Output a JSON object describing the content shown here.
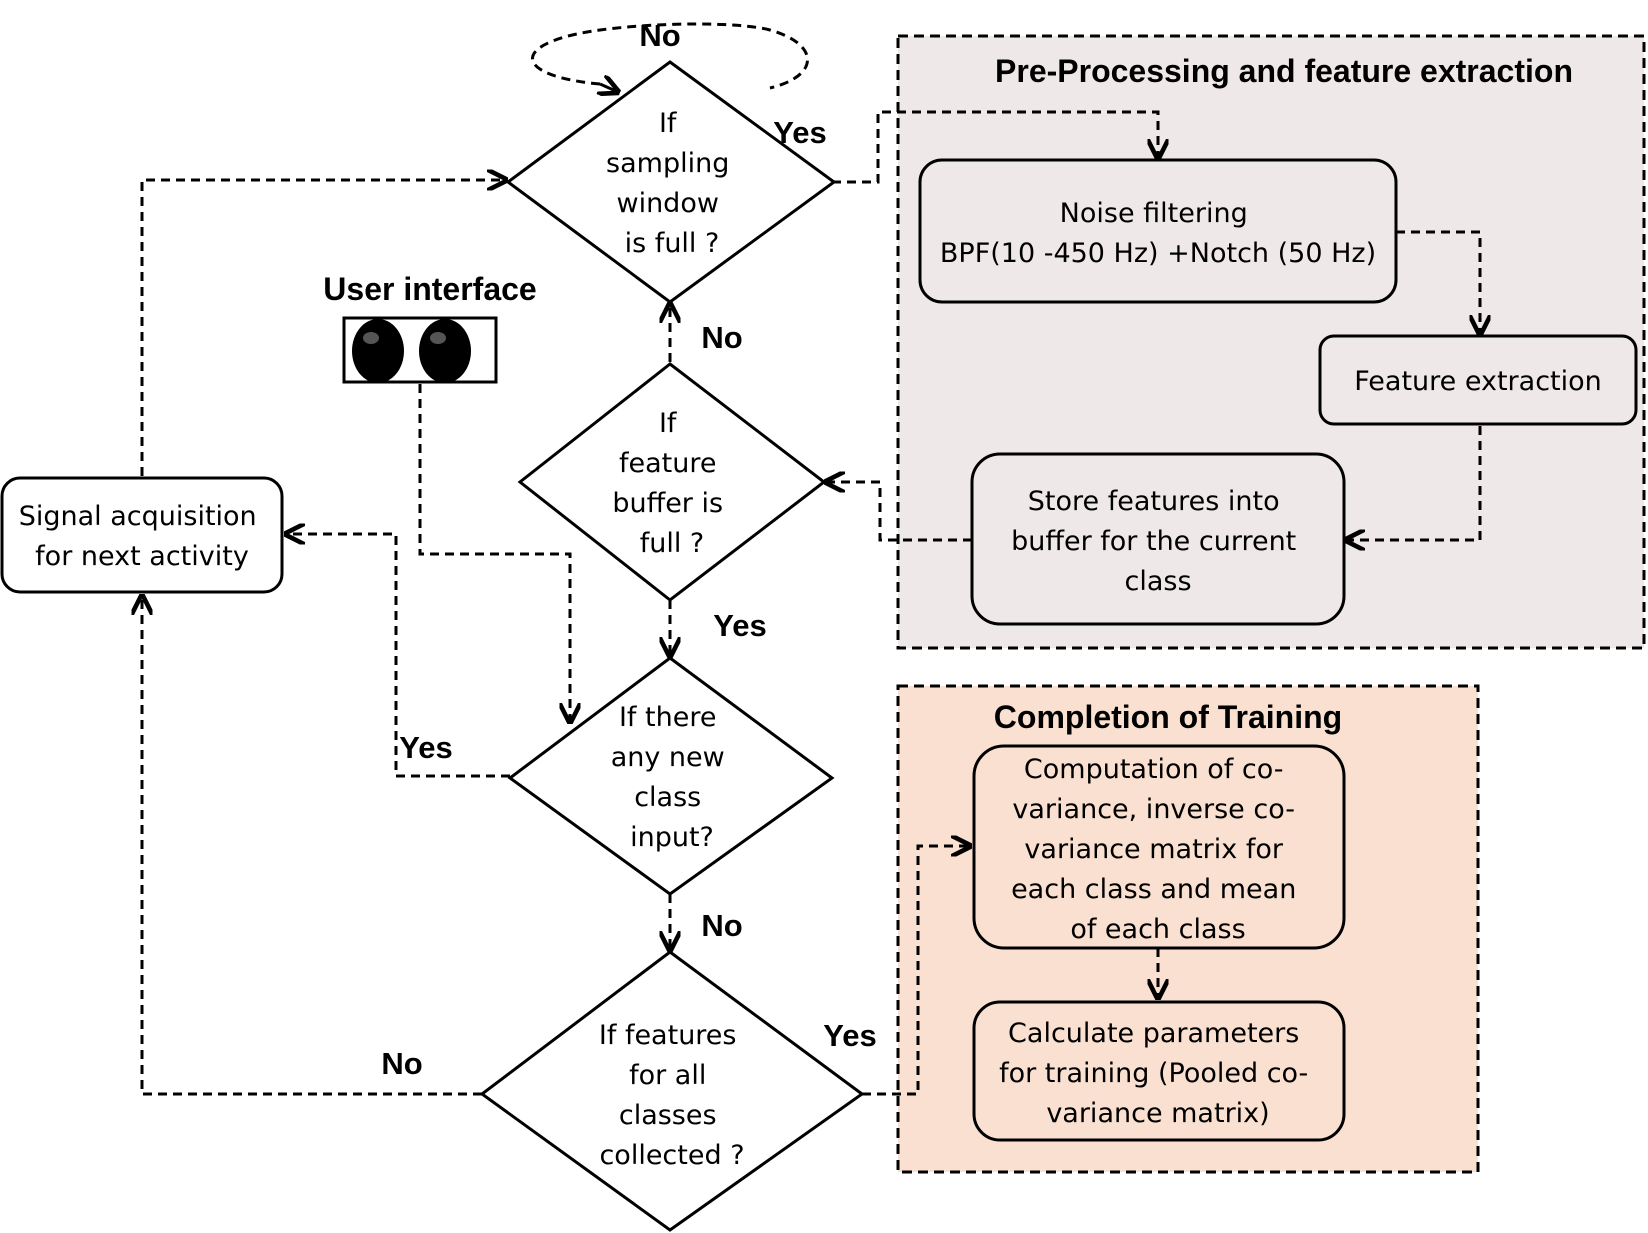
{
  "diagram": {
    "colors": {
      "pre_processing_fill": "#efe8e8",
      "training_fill": "#f9e0d0",
      "stroke": "#000000"
    },
    "sections": {
      "pre_processing_title": "Pre-Processing and feature extraction",
      "training_title": "Completion of Training",
      "user_interface_title": "User interface"
    },
    "nodes": {
      "sampling_window": [
        "If",
        "sampling",
        "window",
        "is full ?"
      ],
      "feature_buffer": [
        "If",
        "feature",
        "buffer is",
        "full ?"
      ],
      "new_class": [
        "If there",
        "any new",
        "class",
        "input?"
      ],
      "all_classes": [
        "If features",
        "for all",
        "classes",
        "collected ?"
      ],
      "signal_acquisition": [
        "Signal acquisition",
        "for next activity"
      ],
      "noise_filtering": [
        "Noise filtering",
        "BPF(10 -450 Hz) +Notch (50 Hz)"
      ],
      "feature_extraction": [
        "Feature extraction"
      ],
      "store_features": [
        "Store features into",
        "buffer for the current",
        "class"
      ],
      "covariance": [
        "Computation  of co-",
        "variance, inverse co-",
        "variance matrix for",
        "each class  and mean",
        "of each class"
      ],
      "parameters": [
        "Calculate parameters",
        "for training (Pooled co-",
        "variance matrix)"
      ]
    },
    "edge_labels": {
      "sampling_no": "No",
      "sampling_yes": "Yes",
      "buffer_no": "No",
      "buffer_yes": "Yes",
      "new_class_yes": "Yes",
      "new_class_no": "No",
      "all_classes_yes": "Yes",
      "all_classes_no": "No"
    }
  }
}
